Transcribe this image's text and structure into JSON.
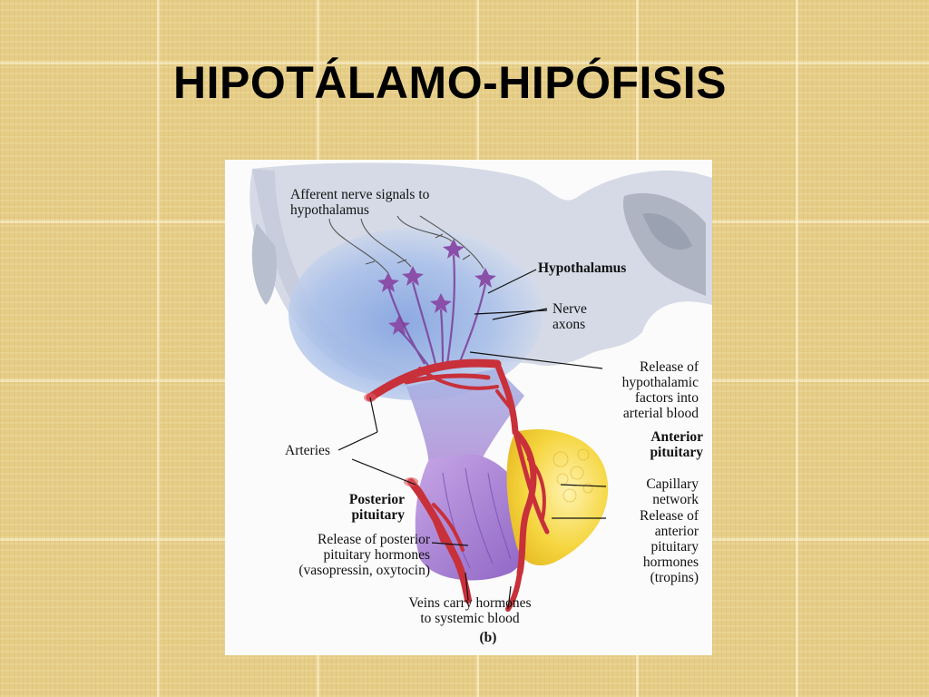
{
  "slide": {
    "title": "HIPOTÁLAMO-HIPÓFISIS"
  },
  "figure": {
    "labels": {
      "afferent": "Afferent nerve signals to\nhypothalamus",
      "hypothalamus": "Hypothalamus",
      "nerve_axons": "Nerve\naxons",
      "release_hypothalamic": "Release of\nhypothalamic\nfactors into\narterial blood",
      "anterior_pituitary": "Anterior\npituitary",
      "arteries": "Arteries",
      "capillary_network": "Capillary\nnetwork",
      "release_anterior": "Release of\nanterior\npituitary\nhormones\n(tropins)",
      "posterior_pituitary": "Posterior\npituitary",
      "release_posterior": "Release of posterior\npituitary hormones\n(vasopressin, oxytocin)",
      "veins": "Veins carry hormones\nto systemic blood",
      "panel": "(b)"
    },
    "colors": {
      "tissue": "#d6dbe8",
      "hypothalamus_blue": "#9fb8e6",
      "neuron": "#8a4fa8",
      "vessel": "#c8303a",
      "posterior_lobe": "#b48ad6",
      "anterior_lobe": "#f3d23a"
    }
  }
}
